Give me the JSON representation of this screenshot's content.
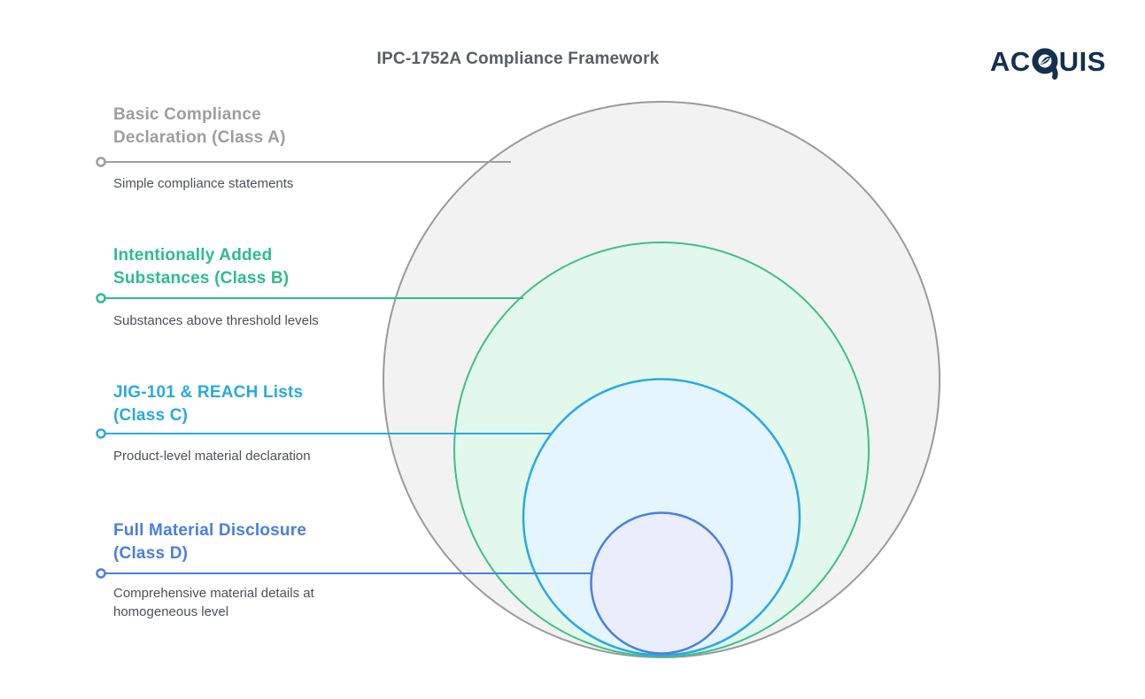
{
  "header": {
    "title": "IPC-1752A Compliance Framework"
  },
  "logo": {
    "name": "ACQUIS",
    "prefix": "AC",
    "suffix": "UIS",
    "color": "#14304f",
    "q_leaf_icon": "leaf-in-q-icon"
  },
  "diagram": {
    "type": "nested-circles",
    "rings": [
      {
        "class": "A",
        "title1": "Basic Compliance",
        "title2": "Declaration (Class A)",
        "description": "Simple compliance statements",
        "accent": "#9e9e9e",
        "fill": "#f2f2f2"
      },
      {
        "class": "B",
        "title1": "Intentionally Added",
        "title2": "Substances (Class B)",
        "description": "Substances above threshold levels",
        "accent": "#2dbd8a",
        "fill": "#e2f8ed"
      },
      {
        "class": "C",
        "title1": "JIG-101 & REACH Lists",
        "title2": "(Class C)",
        "description": "Product-level material declaration",
        "accent": "#2aa9e1",
        "fill": "#e4f5fd"
      },
      {
        "class": "D",
        "title1": "Full Material Disclosure",
        "title2": "(Class D)",
        "description": "Comprehensive material details at homogeneous level",
        "accent": "#4a7ee2",
        "fill": "#eaeefc"
      }
    ]
  }
}
